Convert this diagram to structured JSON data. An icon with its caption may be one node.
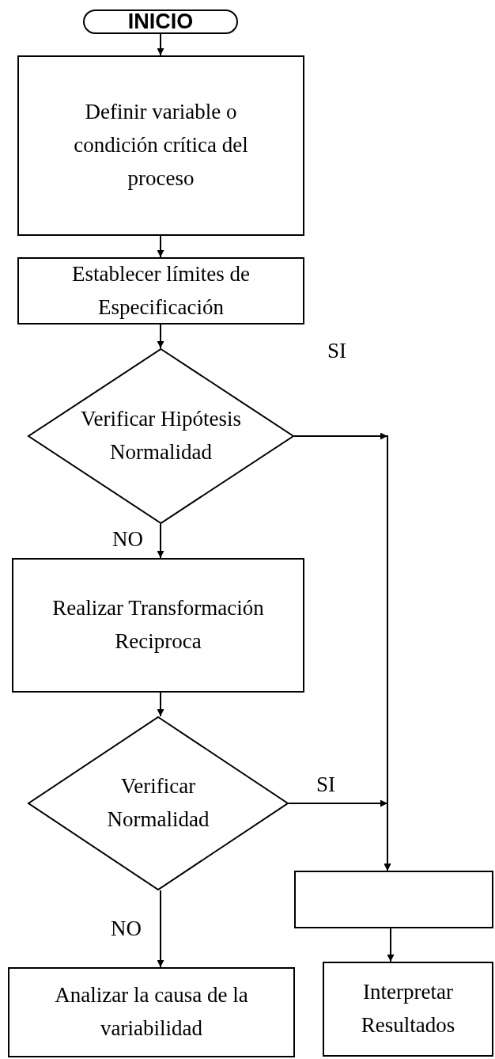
{
  "diagram": {
    "nodes": [
      {
        "text": [
          "INICIO"
        ]
      },
      {
        "text": [
          "Definir variable o condición crítica del proceso"
        ]
      },
      {
        "text": [
          "Establecer límites de Especificación"
        ]
      },
      {
        "text": [
          "Verificar Hipótesis Normalidad"
        ]
      },
      {
        "text": [
          "Realizar Transformación Reciproca"
        ]
      },
      {
        "text": [
          "Verificar Normalidad"
        ]
      },
      {
        "text": [],
        "shape": "box"
      },
      {
        "text": [
          "Analizar la causa de la variabilidad"
        ]
      },
      {
        "text": [
          "Interpretar Resultados"
        ]
      }
    ],
    "edges": [
      {
        "from": 0,
        "to": 1,
        "arrow": "to"
      },
      {
        "from": 1,
        "to": 2,
        "arrow": "to"
      },
      {
        "from": 2,
        "to": 3,
        "arrow": "to"
      },
      {
        "from": 3,
        "to": 6,
        "arrow": "to",
        "label": "SI"
      },
      {
        "from": 3,
        "to": 4,
        "arrow": "to",
        "label": "NO"
      },
      {
        "from": 4,
        "to": 5,
        "arrow": "to"
      },
      {
        "from": 5,
        "to": 6,
        "arrow": "to",
        "label": "SI"
      },
      {
        "from": 5,
        "to": 7,
        "arrow": "to",
        "label": "NO"
      },
      {
        "from": 6,
        "to": 8,
        "arrow": "to"
      }
    ]
  }
}
